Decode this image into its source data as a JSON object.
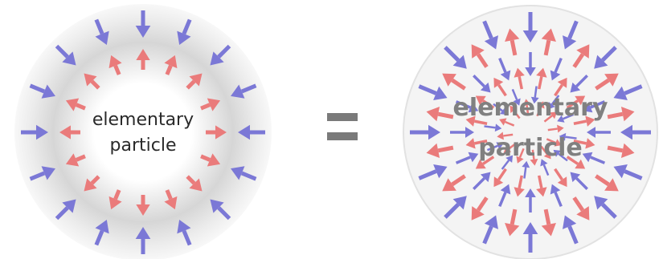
{
  "left": {
    "label_line1": "elementary",
    "label_line2": "particle"
  },
  "operator": "=",
  "right": {
    "label_line1": "elementary",
    "label_line2": "particle"
  },
  "colors": {
    "blue_arrow": "#7b78d6",
    "red_arrow": "#ea7b7b",
    "halo": "#cfcfcf",
    "sign": "#7a7a7a"
  }
}
